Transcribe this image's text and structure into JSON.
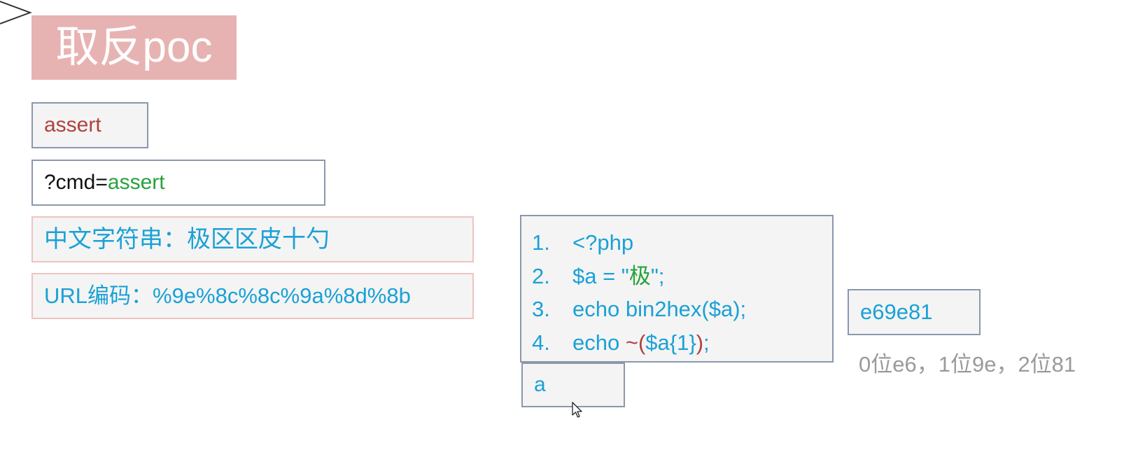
{
  "slide": {
    "title": "取反poc",
    "function_name": "assert",
    "query": {
      "prefix": "?cmd=",
      "keyword": "assert"
    },
    "chinese_string": "中文字符串：极区区皮十勺",
    "url_encoding": "URL编码：%9e%8c%8c%9a%8d%8b"
  },
  "code": {
    "lines": [
      {
        "num": "1.",
        "text": "<?php"
      },
      {
        "num": "2.",
        "pre": "$a = \"",
        "highlight": "极",
        "post": "\";"
      },
      {
        "num": "3.",
        "text": "echo bin2hex($a);"
      },
      {
        "num": "4.",
        "pre": "echo ",
        "red1": "~(",
        "mid": "$a{1}",
        "red2": ")",
        "post": ";"
      }
    ],
    "output": "a"
  },
  "hex": {
    "value": "e69e81",
    "note": "0位e6，1位9e，2位81"
  },
  "icons": {
    "corner": "chevron-right-icon",
    "cursor": "mouse-pointer-icon"
  },
  "colors": {
    "title_bg": "#e7b3b2",
    "text_blue": "#1aa1d6",
    "text_red": "#b0413e",
    "text_green": "#27a23b",
    "note_gray": "#9a9a9a"
  }
}
